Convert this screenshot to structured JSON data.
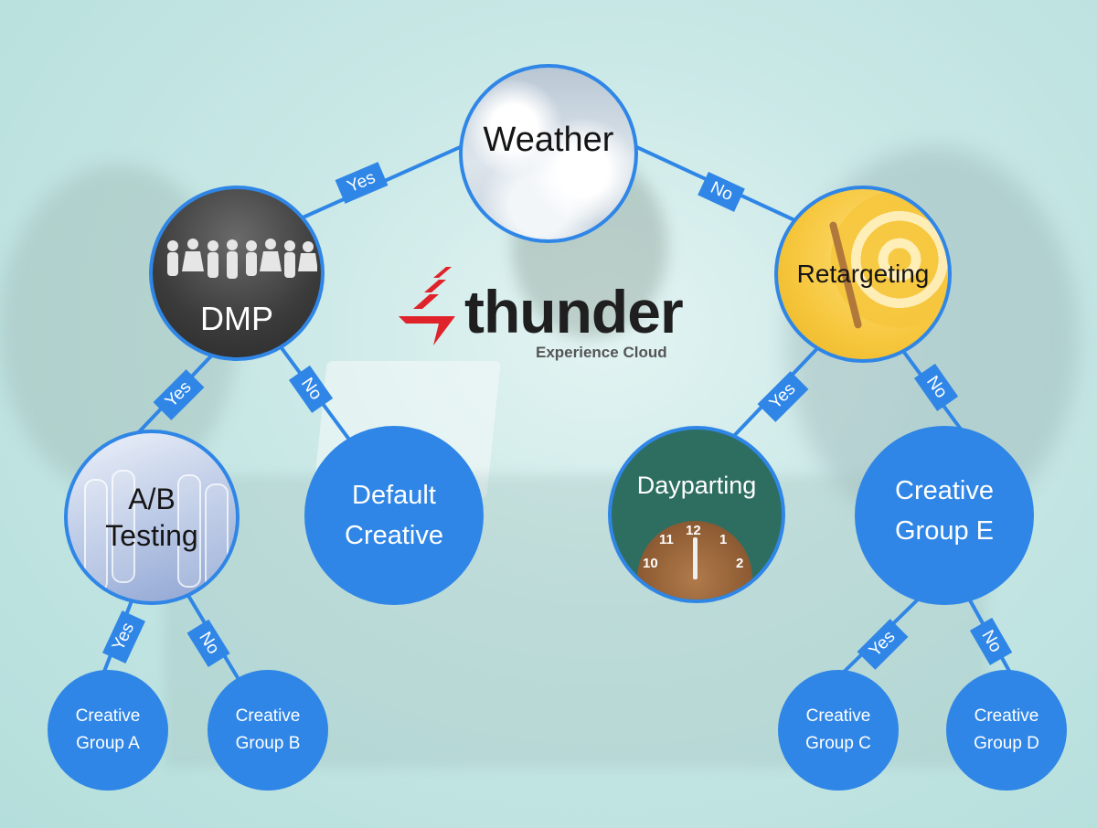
{
  "diagram": {
    "nodes": {
      "weather": "Weather",
      "dmp": "DMP",
      "retargeting": "Retargeting",
      "ab_testing_line1": "A/B",
      "ab_testing_line2": "Testing",
      "default_creative_line1": "Default",
      "default_creative_line2": "Creative",
      "dayparting": "Dayparting",
      "group_e_line1": "Creative",
      "group_e_line2": "Group E",
      "group_a_line1": "Creative",
      "group_a_line2": "Group A",
      "group_b_line1": "Creative",
      "group_b_line2": "Group B",
      "group_c_line1": "Creative",
      "group_c_line2": "Group C",
      "group_d_line1": "Creative",
      "group_d_line2": "Group D"
    },
    "edge_labels": {
      "weather_dmp": "Yes",
      "weather_retargeting": "No",
      "dmp_ab": "Yes",
      "dmp_default": "No",
      "retargeting_daypart": "Yes",
      "retargeting_group_e": "No",
      "ab_group_a": "Yes",
      "ab_group_b": "No",
      "group_e_group_c": "Yes",
      "group_e_group_d": "No"
    },
    "edges": [
      {
        "from": "weather",
        "to": "dmp",
        "label": "Yes"
      },
      {
        "from": "weather",
        "to": "retargeting",
        "label": "No"
      },
      {
        "from": "dmp",
        "to": "ab_testing",
        "label": "Yes"
      },
      {
        "from": "dmp",
        "to": "default_creative",
        "label": "No"
      },
      {
        "from": "retargeting",
        "to": "dayparting",
        "label": "Yes"
      },
      {
        "from": "retargeting",
        "to": "group_e",
        "label": "No"
      },
      {
        "from": "ab_testing",
        "to": "group_a",
        "label": "Yes"
      },
      {
        "from": "ab_testing",
        "to": "group_b",
        "label": "No"
      },
      {
        "from": "group_e",
        "to": "group_c",
        "label": "Yes"
      },
      {
        "from": "group_e",
        "to": "group_d",
        "label": "No"
      }
    ]
  },
  "logo": {
    "name": "thunder",
    "tagline": "Experience Cloud",
    "bolt_color": "#e0232b"
  },
  "colors": {
    "node_blue": "#2f86e6",
    "edge_blue": "#2f86e6",
    "background_tint": "#c9e8e6"
  },
  "clock": {
    "n12": "12",
    "n11": "11",
    "n1": "1",
    "n10": "10",
    "n2": "2"
  }
}
